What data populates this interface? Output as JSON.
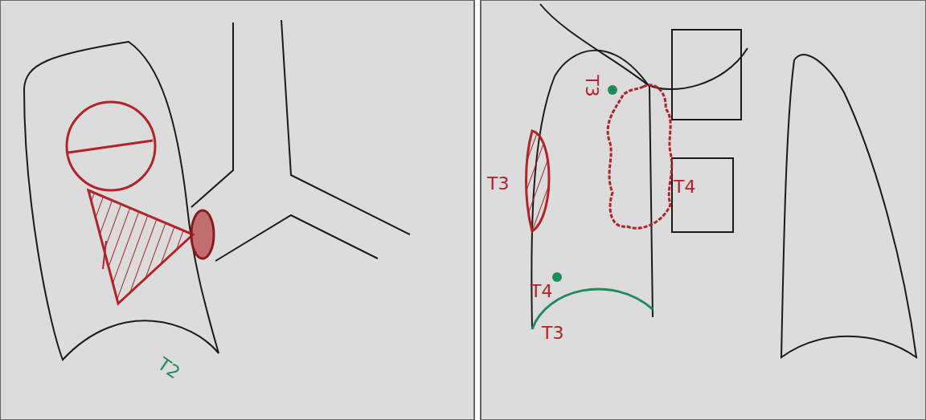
{
  "diagram": {
    "labels": [
      "T2",
      "T3",
      "T3",
      "T4",
      "T4",
      "T3"
    ]
  }
}
